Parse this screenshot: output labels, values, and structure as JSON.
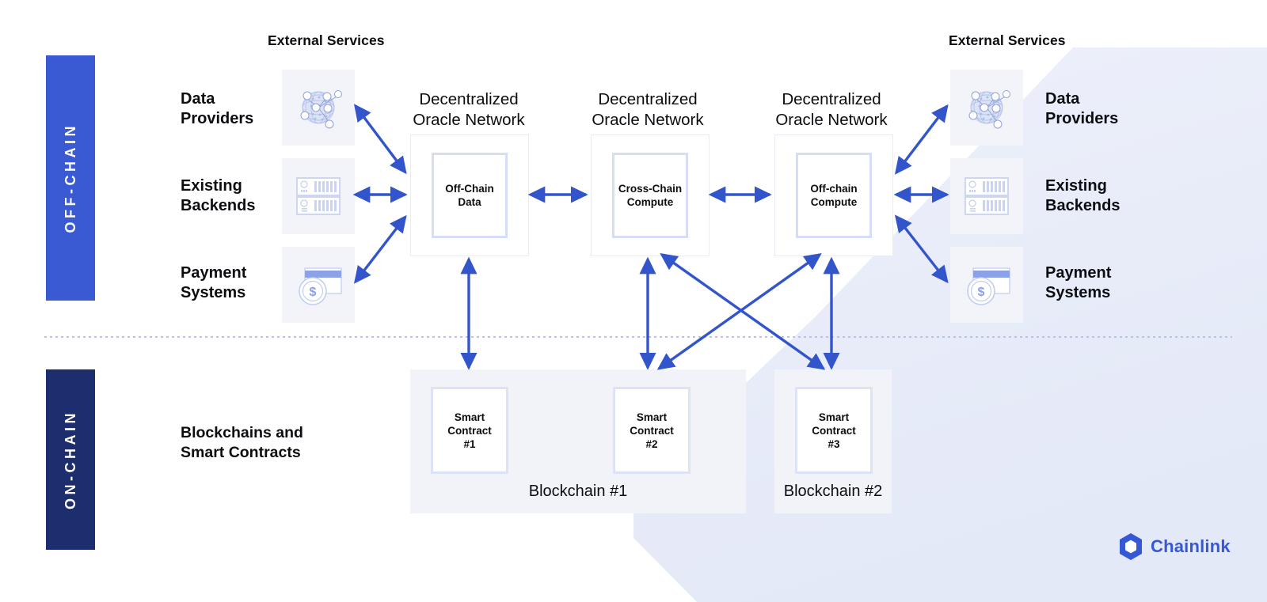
{
  "layers": {
    "offchain_label": "OFF-CHAIN",
    "onchain_label": "ON-CHAIN",
    "onchain_description": "Blockchains and\nSmart Contracts"
  },
  "headers": {
    "left_external_services": "External Services",
    "right_external_services": "External Services"
  },
  "external_services_left": [
    {
      "label": "Data\nProviders",
      "icon": "globe-network-icon"
    },
    {
      "label": "Existing\nBackends",
      "icon": "server-rack-icon"
    },
    {
      "label": "Payment\nSystems",
      "icon": "credit-card-coin-icon"
    }
  ],
  "external_services_right": [
    {
      "label": "Data\nProviders",
      "icon": "globe-network-icon"
    },
    {
      "label": "Existing\nBackends",
      "icon": "server-rack-icon"
    },
    {
      "label": "Payment\nSystems",
      "icon": "credit-card-coin-icon"
    }
  ],
  "oracle_networks": [
    {
      "title": "Decentralized\nOracle Network",
      "node": "Off-Chain\nData"
    },
    {
      "title": "Decentralized\nOracle Network",
      "node": "Cross-Chain\nCompute"
    },
    {
      "title": "Decentralized\nOracle Network",
      "node": "Off-chain\nCompute"
    }
  ],
  "blockchains": [
    {
      "label": "Blockchain #1",
      "contracts": [
        "Smart\nContract\n#1",
        "Smart\nContract\n#2"
      ]
    },
    {
      "label": "Blockchain #2",
      "contracts": [
        "Smart\nContract\n#3"
      ]
    }
  ],
  "brand": {
    "name": "Chainlink",
    "logo_icon": "chainlink-hexagon-icon"
  },
  "colors": {
    "offchain_bar": "#3A5AD4",
    "onchain_bar": "#1D2E6E",
    "arrow": "#3355CC",
    "brand_blue": "#3558D6",
    "panel_bg": "#F1F3F8",
    "icon_tile_bg": "#F2F4F9",
    "inner_border": "#D6DEF7",
    "divider": "#B9C2E8"
  }
}
